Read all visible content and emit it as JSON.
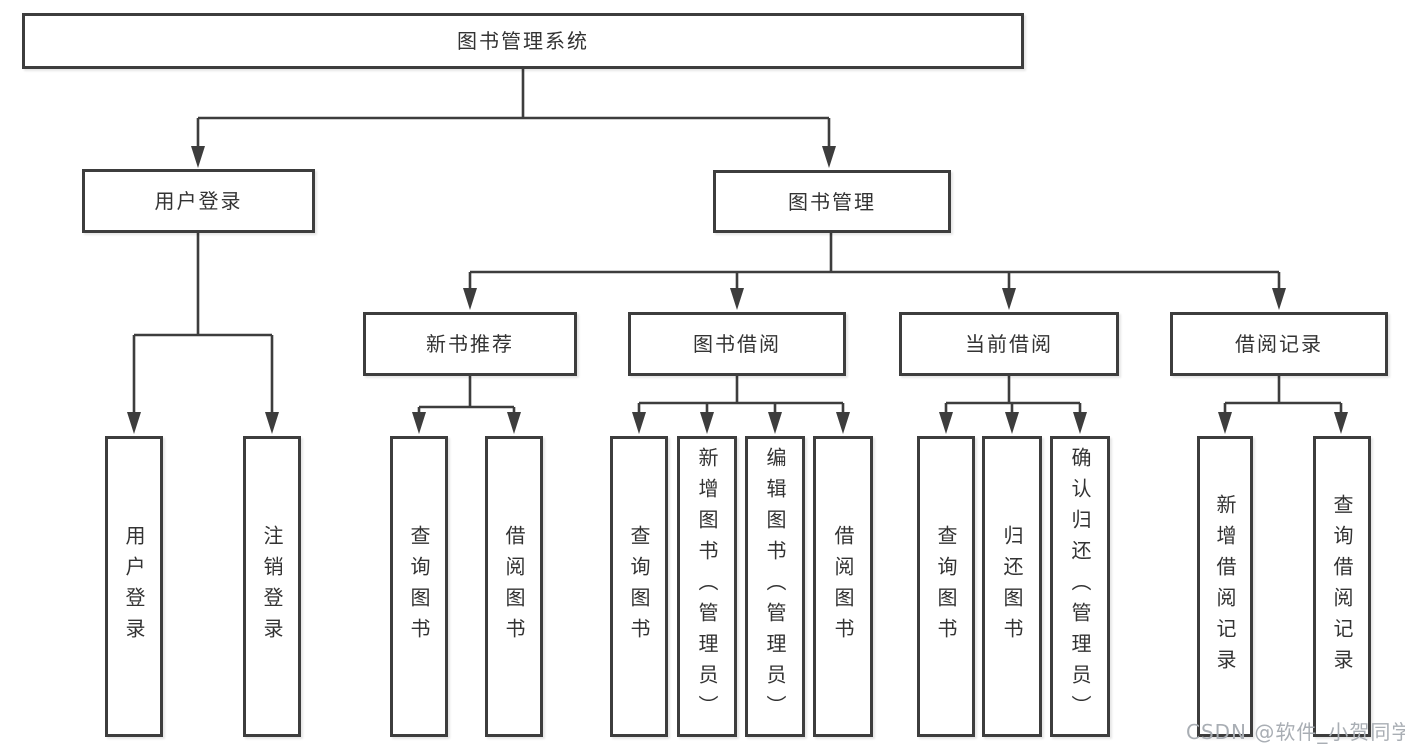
{
  "title": "图书管理系统",
  "watermark": "CSDN @软件_小贺同学",
  "colors": {
    "line": "#3d3d3d",
    "box_border": "#3d3d3d",
    "text": "#333333",
    "watermark_text": "#a9aeb4",
    "background": "#ffffff"
  },
  "tree": {
    "label": "图书管理系统",
    "children": [
      {
        "label": "用户登录",
        "children": [
          {
            "label": "用户登录"
          },
          {
            "label": "注销登录"
          }
        ]
      },
      {
        "label": "图书管理",
        "children": [
          {
            "label": "新书推荐",
            "children": [
              {
                "label": "查询图书"
              },
              {
                "label": "借阅图书"
              }
            ]
          },
          {
            "label": "图书借阅",
            "children": [
              {
                "label": "查询图书"
              },
              {
                "label": "新增图书（管理员）"
              },
              {
                "label": "编辑图书（管理员）"
              },
              {
                "label": "借阅图书"
              }
            ]
          },
          {
            "label": "当前借阅",
            "children": [
              {
                "label": "查询图书"
              },
              {
                "label": "归还图书"
              },
              {
                "label": "确认归还（管理员）"
              }
            ]
          },
          {
            "label": "借阅记录",
            "children": [
              {
                "label": "新增借阅记录"
              },
              {
                "label": "查询借阅记录"
              }
            ]
          }
        ]
      }
    ]
  }
}
